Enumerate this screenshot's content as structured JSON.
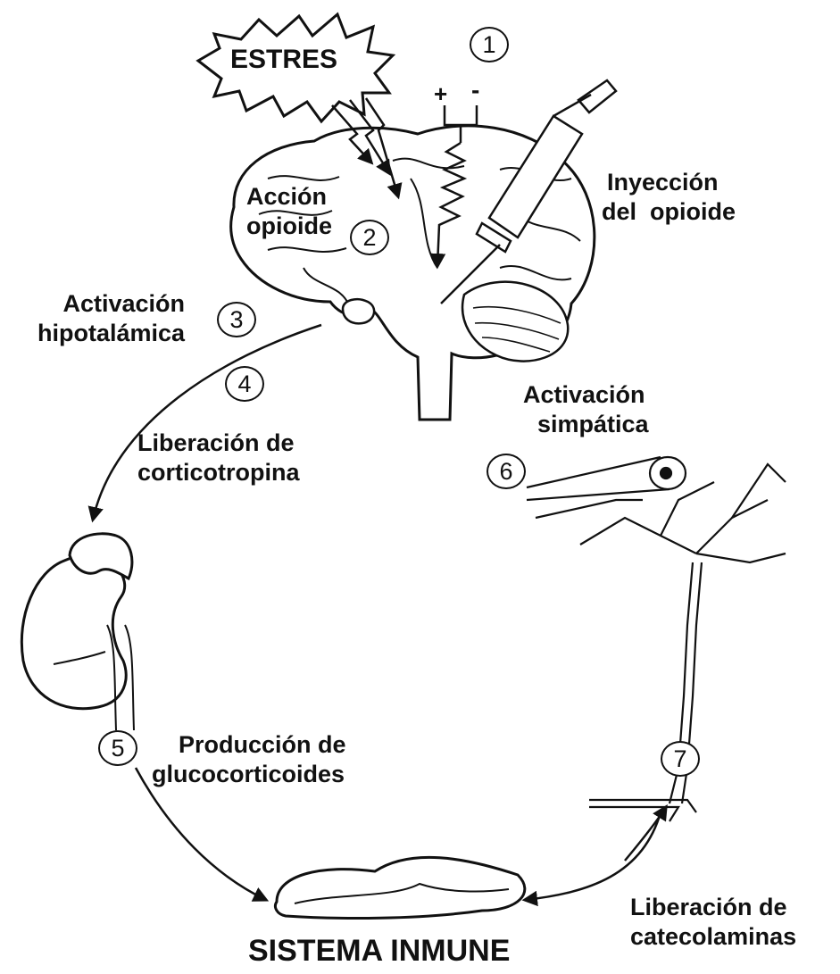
{
  "labels": {
    "stress": "ESTRES",
    "opioid_action": [
      "Acción",
      "opioide"
    ],
    "opioid_injection": [
      "Inyección",
      "del  opioide"
    ],
    "hypothalamic_activation": [
      "Activación",
      "hipotalámica"
    ],
    "corticotropin_release": [
      "Liberación de",
      "corticotropina"
    ],
    "sympathetic_activation": [
      "Activación",
      "simpática"
    ],
    "glucocorticoid_production": [
      "Producción de",
      "glucocorticoides"
    ],
    "catecholamine_release": [
      "Liberación de",
      "catecolaminas"
    ],
    "immune_system": "SISTEMA INMUNE"
  },
  "steps": [
    "1",
    "2",
    "3",
    "4",
    "5",
    "6",
    "7"
  ],
  "colors": {
    "ink": "#111111",
    "background": "#ffffff"
  }
}
